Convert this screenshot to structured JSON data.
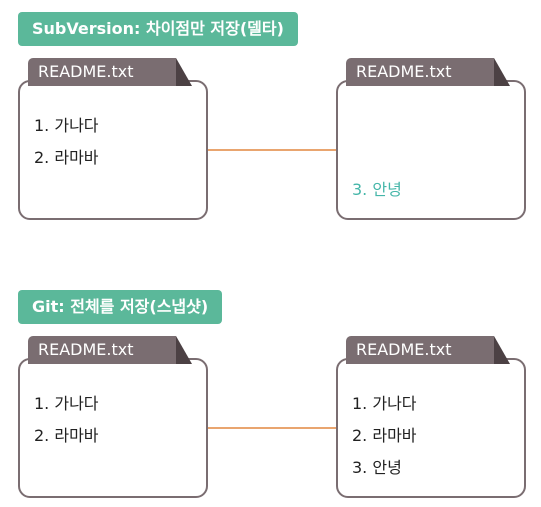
{
  "sections": [
    {
      "banner": "SubVersion: 차이점만 저장(델타)",
      "left_file": {
        "tab": "README.txt",
        "lines": [
          "1. 가나다",
          "2. 라마바"
        ]
      },
      "right_file": {
        "tab": "README.txt",
        "lines": [
          "",
          "",
          "3. 안녕"
        ]
      }
    },
    {
      "banner": "Git: 전체를 저장(스냅샷)",
      "left_file": {
        "tab": "README.txt",
        "lines": [
          "1. 가나다",
          "2. 라마바"
        ]
      },
      "right_file": {
        "tab": "README.txt",
        "lines": [
          "1. 가나다",
          "2. 라마바",
          "3. 안녕"
        ]
      }
    }
  ],
  "colors": {
    "banner_bg": "#5bb89a",
    "tab_bg": "#7a6d71",
    "connector": "#e9a56f",
    "added_text": "#45b6a9"
  }
}
